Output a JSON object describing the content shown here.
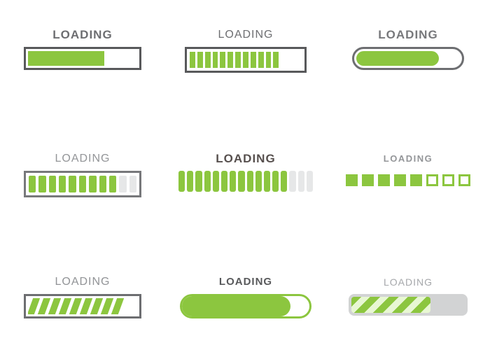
{
  "page": {
    "background": "#FFFFFF"
  },
  "colors": {
    "green": "#8CC63F",
    "pale_stripe_green": "#E8F7D3",
    "dark_gray_border": "#58595B",
    "mid_gray_border": "#6D6E71",
    "empty_segment_gray": "#E6E7E8",
    "track_gray": "#D2D3D4"
  },
  "loaders": [
    {
      "id": "outlined-solid",
      "label": "LOADING",
      "type": "solid-fill",
      "label_color": "#6D6E71",
      "border_color": "#58595B",
      "fill_color": "#8CC63F",
      "progress_percent": 70
    },
    {
      "id": "outlined-segmented",
      "label": "LOADING",
      "type": "segments",
      "label_color": "#6D6E71",
      "border_color": "#58595B",
      "fill_color": "#8CC63F",
      "segments_total": 15,
      "segments_filled": 12,
      "empty_color": "transparent"
    },
    {
      "id": "rounded-pill-outlined",
      "label": "LOADING",
      "type": "solid-fill",
      "label_color": "#77787B",
      "border_color": "#6D6E71",
      "fill_color": "#8CC63F",
      "progress_percent": 80
    },
    {
      "id": "outlined-segmented-with-empty",
      "label": "LOADING",
      "type": "segments",
      "label_color": "#939598",
      "border_color": "#77787B",
      "fill_color": "#8CC63F",
      "segments_total": 11,
      "segments_filled": 9,
      "empty_color": "#E6E7E8"
    },
    {
      "id": "bare-segmented",
      "label": "LOADING",
      "type": "segments",
      "label_color": "#57504E",
      "border_color": null,
      "fill_color": "#8CC63F",
      "segments_total": 16,
      "segments_filled": 13,
      "empty_color": "#E6E7E8"
    },
    {
      "id": "squares",
      "label": "LOADING",
      "type": "squares",
      "label_color": "#939598",
      "border_color": null,
      "fill_color": "#8CC63F",
      "segments_total": 8,
      "segments_filled": 5,
      "empty_border_color": "#8CC63F"
    },
    {
      "id": "outlined-diagonal-stripes",
      "label": "LOADING",
      "type": "stripes",
      "label_color": "#919396",
      "border_color": "#6D6E71",
      "fill_color": "#8CC63F",
      "stripe_count": 9
    },
    {
      "id": "green-pill",
      "label": "LOADING",
      "type": "solid-fill",
      "label_color": "#58595B",
      "border_color": "#8CC63F",
      "fill_color": "#8CC63F",
      "progress_percent": 85
    },
    {
      "id": "gray-track-striped",
      "label": "LOADING",
      "type": "striped-fill",
      "label_color": "#A5A7AA",
      "border_color": null,
      "track_color": "#D2D3D4",
      "fill_color": "#8CC63F",
      "stripe_alt_color": "#E8F7D3",
      "progress_percent": 70
    }
  ]
}
